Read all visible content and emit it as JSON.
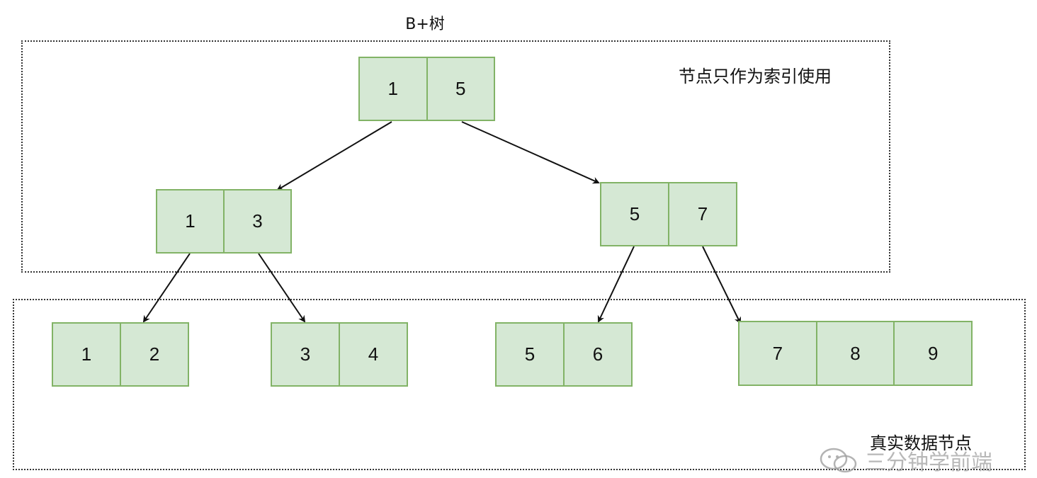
{
  "title": "B+树",
  "regions": {
    "index_label": "节点只作为索引使用",
    "data_label": "真实数据节点"
  },
  "tree": {
    "root": [
      "1",
      "5"
    ],
    "internal_left": [
      "1",
      "3"
    ],
    "internal_right": [
      "5",
      "7"
    ],
    "leaf_1": [
      "1",
      "2"
    ],
    "leaf_2": [
      "3",
      "4"
    ],
    "leaf_3": [
      "5",
      "6"
    ],
    "leaf_4": [
      "7",
      "8",
      "9"
    ]
  },
  "watermark": "三分钟学前端",
  "colors": {
    "node_fill": "#d5e8d4",
    "node_border": "#82b366",
    "edge": "#111111"
  }
}
